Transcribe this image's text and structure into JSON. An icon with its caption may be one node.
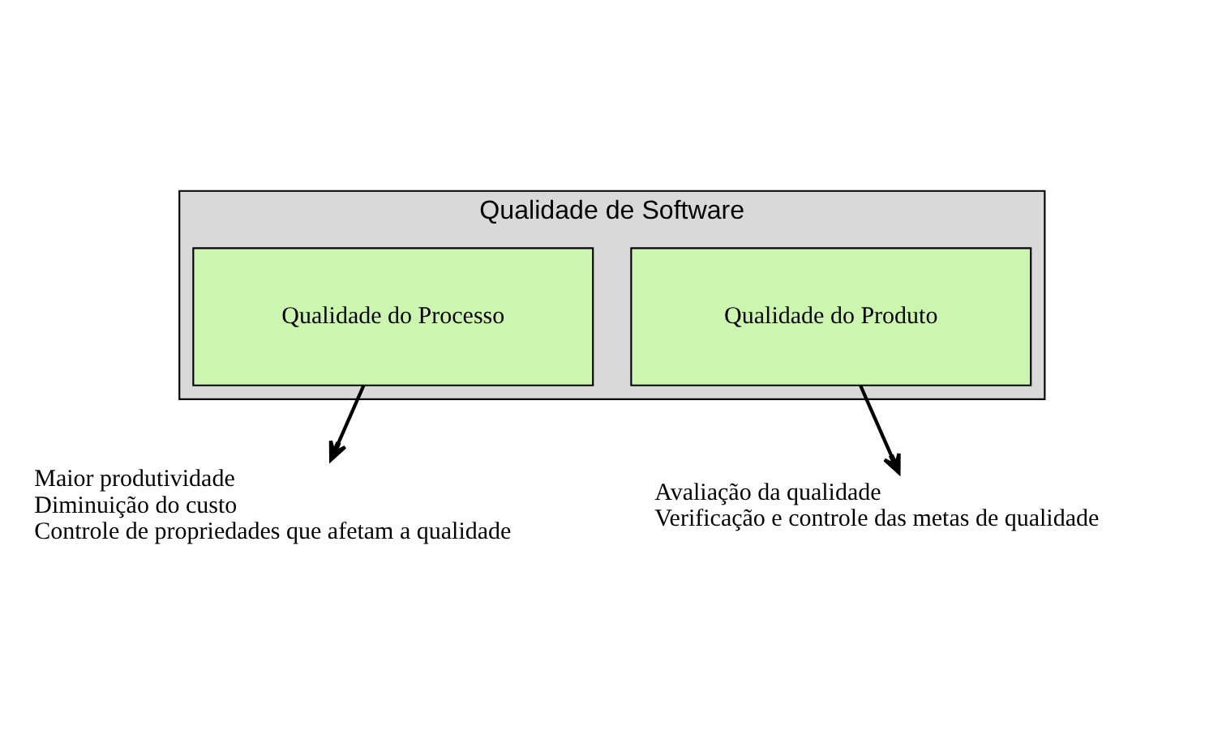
{
  "diagram": {
    "nodes": [
      {
        "text": [
          "Qualidade de Software"
        ]
      },
      {
        "text": [
          "Qualidade do Processo"
        ],
        "in": 0
      },
      {
        "text": [
          "Qualidade do Produto"
        ],
        "in": 0
      },
      {
        "text": [
          "Maior produtividade",
          "Diminuição do custo",
          "Controle de propriedades que afetam a qualidade"
        ]
      },
      {
        "text": [
          "Avaliação da qualidade",
          "Verificação e controle das metas de qualidade"
        ]
      }
    ],
    "edges": [
      {
        "from": 1,
        "to": 3,
        "arrow": "to"
      },
      {
        "from": 2,
        "to": 4,
        "arrow": "to"
      }
    ]
  }
}
